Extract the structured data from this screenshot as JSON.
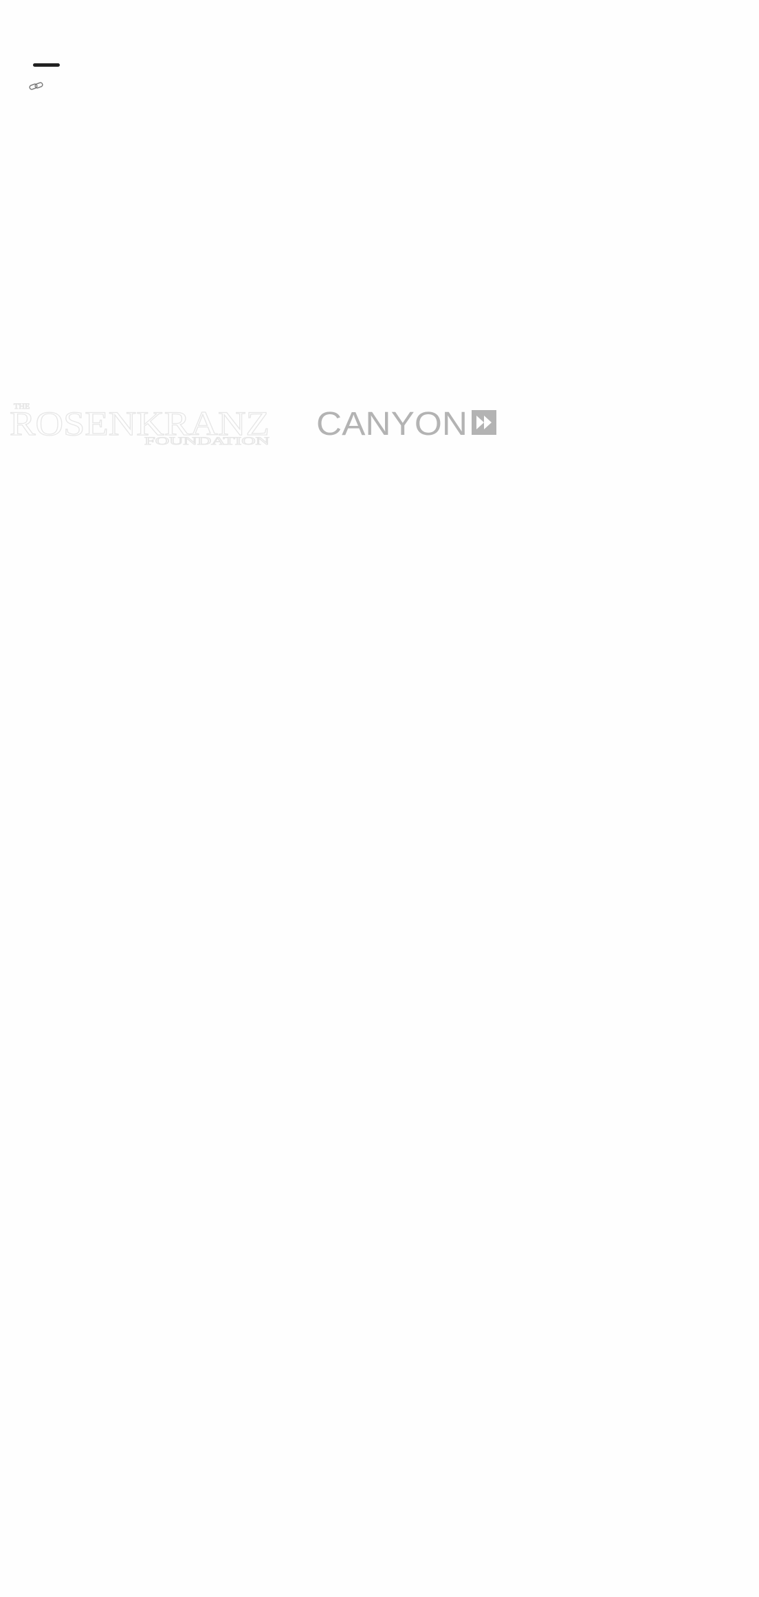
{
  "header": {
    "menu_icon": "minus-bar-icon",
    "link_icon": "link-icon"
  },
  "sponsors": [
    {
      "name": "The Rosenkranz Foundation",
      "lines": [
        "THE",
        "ROSENKRANZ",
        "FOUNDATION"
      ]
    },
    {
      "name": "CANYON",
      "brand_color": "#b3b3b3"
    }
  ],
  "colors": {
    "background": "#fefefe",
    "bar": "#222222",
    "logo_gray": "#b3b3b3",
    "logo_light": "#e6e6e6"
  }
}
